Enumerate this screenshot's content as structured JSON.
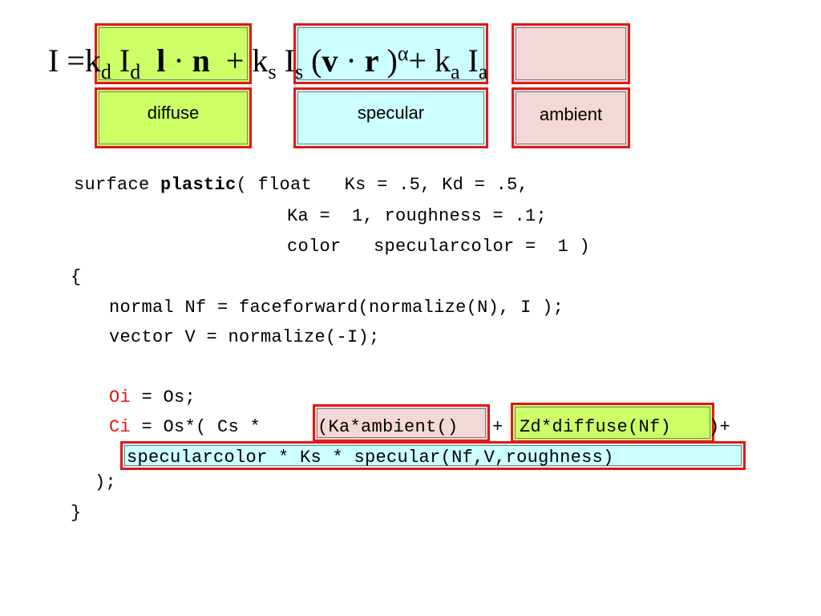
{
  "equation": {
    "lhs": "I =",
    "kd": "k",
    "kd_sub": "d",
    "Id": "I",
    "Id_sub": "d",
    "l": "l",
    "dot": "·",
    "n": "n",
    "plus": "+",
    "ks": "k",
    "ks_sub": "s",
    "Is": "I",
    "Is_sub": "s",
    "open_paren": "(",
    "v": "v",
    "r": "r",
    "close_paren": ")",
    "alpha": "α",
    "ka": "k",
    "ka_sub": "a",
    "Ia": "I",
    "Ia_sub": "a"
  },
  "labels": {
    "diffuse": "diffuse",
    "specular": "specular",
    "ambient": "ambient"
  },
  "code": {
    "l1_a": "surface ",
    "l1_b": "plastic",
    "l1_c": "( float   Ks = .5, Kd = .5,",
    "l2": "Ka =  1, roughness = .1;",
    "l3": "color   specularcolor =  1 )",
    "l4": "{",
    "l5": "normal Nf = faceforward(normalize(N), I );",
    "l6": "vector V = normalize(-I);",
    "l7_a": "Oi",
    "l7_b": " = Os;",
    "l8_a": "Ci",
    "l8_b": " = Os*( Cs * ",
    "l8_c": "(Ka*ambient()",
    "l8_d": "+",
    "l8_e": "Zd*diffuse(Nf)",
    "l8_f": ")+",
    "l9": "specularcolor * Ks * specular(Nf,V,roughness)",
    "l10": ");",
    "l11": "}"
  }
}
